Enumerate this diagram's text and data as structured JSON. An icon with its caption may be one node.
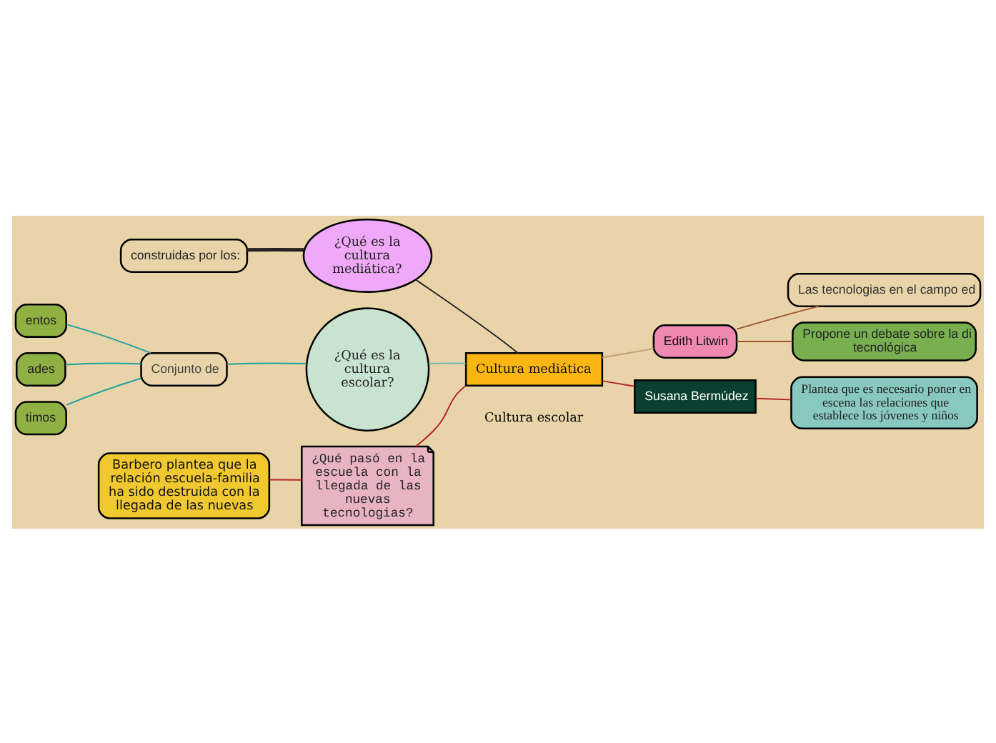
{
  "diagram": {
    "nodes": [
      {
        "text": [
          "Cultura mediática"
        ],
        "beside": [
          "Cultura escolar"
        ]
      },
      {
        "text": [
          "¿Qué es la cultura mediática?"
        ]
      },
      {
        "text": [
          "construidas por los:"
        ]
      },
      {
        "text": [
          "¿Qué es la cultura escolar?"
        ]
      },
      {
        "text": [
          "Conjunto de"
        ]
      },
      {
        "text": [
          "entos"
        ]
      },
      {
        "text": [
          "ades"
        ]
      },
      {
        "text": [
          "timos"
        ]
      },
      {
        "text": [
          "¿Qué pasó en la escuela con la llegada de las nuevas tecnologias?"
        ]
      },
      {
        "text": [
          "Barbero plantea que la relación escuela-familia ha sido destruida con la llegada de las nuevas"
        ]
      },
      {
        "text": [
          "Edith Litwin"
        ]
      },
      {
        "text": [
          "Las tecnologias en el campo ed"
        ]
      },
      {
        "text": [
          "Propone un debate sobre la di tecnológica"
        ]
      },
      {
        "text": [
          "Susana Bermúdez"
        ]
      },
      {
        "text": [
          "Plantea que es necesario poner en escena las relaciones que establece los jóvenes y niños"
        ]
      }
    ],
    "edges": [
      {
        "from": 0,
        "to": 1,
        "arrow": "none",
        "color": "#222222"
      },
      {
        "from": 1,
        "to": 2,
        "arrow": "none",
        "style": "thick",
        "color": "#222222"
      },
      {
        "from": 0,
        "to": 3,
        "arrow": "none",
        "color": "#6fb7b7"
      },
      {
        "from": 3,
        "to": 4,
        "arrow": "none",
        "color": "#20a0a0"
      },
      {
        "from": 4,
        "to": 5,
        "arrow": "none",
        "color": "#20a0a0"
      },
      {
        "from": 4,
        "to": 6,
        "arrow": "none",
        "color": "#20a0a0"
      },
      {
        "from": 4,
        "to": 7,
        "arrow": "none",
        "color": "#20a0a0"
      },
      {
        "from": 0,
        "to": 8,
        "arrow": "none",
        "color": "#b22222"
      },
      {
        "from": 8,
        "to": 9,
        "arrow": "none",
        "color": "#b22222"
      },
      {
        "from": 0,
        "to": 10,
        "arrow": "none",
        "color": "#c8a07a"
      },
      {
        "from": 10,
        "to": 11,
        "arrow": "none",
        "color": "#a0522d"
      },
      {
        "from": 10,
        "to": 12,
        "arrow": "none",
        "color": "#a0522d"
      },
      {
        "from": 0,
        "to": 13,
        "arrow": "none",
        "color": "#b22222"
      },
      {
        "from": 13,
        "to": 14,
        "arrow": "none",
        "color": "#b22222"
      }
    ]
  }
}
